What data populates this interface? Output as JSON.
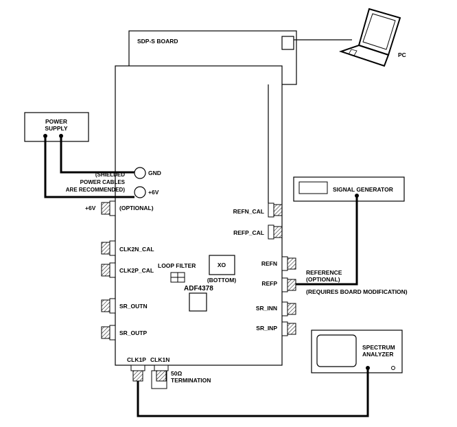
{
  "sdp_board": {
    "label": "SDP-S BOARD"
  },
  "pc": {
    "label": "PC"
  },
  "power_supply": {
    "line1": "POWER",
    "line2": "SUPPLY"
  },
  "power_note": {
    "line1": "(SHIELDED",
    "line2": "POWER CABLES",
    "line3": "ARE RECOMMENDED)"
  },
  "terminals": {
    "gnd": "GND",
    "plus6v": "+6V"
  },
  "optional_6v": {
    "left": "+6V",
    "right": "(OPTIONAL)"
  },
  "connectors_left": {
    "clk2n": "CLK2N_CAL",
    "clk2p": "CLK2P_CAL",
    "sr_outn": "SR_OUTN",
    "sr_outp": "SR_OUTP"
  },
  "connectors_right": {
    "refn_cal": "REFN_CAL",
    "refp_cal": "REFP_CAL",
    "refn": "REFN",
    "refp": "REFP",
    "sr_inn": "SR_INN",
    "sr_inp": "SR_INP"
  },
  "loop_filter": {
    "label": "LOOP FILTER"
  },
  "xo": {
    "label": "XO",
    "sub": "(BOTTOM)"
  },
  "chip": {
    "label": "ADF4378"
  },
  "signal_generator": {
    "label": "SIGNAL GENERATOR"
  },
  "reference_note": {
    "line1": "REFERENCE",
    "line2": "(OPTIONAL)",
    "line3": "(REQUIRES BOARD MODIFICATION)"
  },
  "spectrum_analyzer": {
    "line1": "SPECTRUM",
    "line2": "ANALYZER"
  },
  "bottom_connectors": {
    "clk1p": "CLK1P",
    "clk1n": "CLK1N"
  },
  "termination": {
    "line1": "50Ω",
    "line2": "TERMINATION"
  }
}
